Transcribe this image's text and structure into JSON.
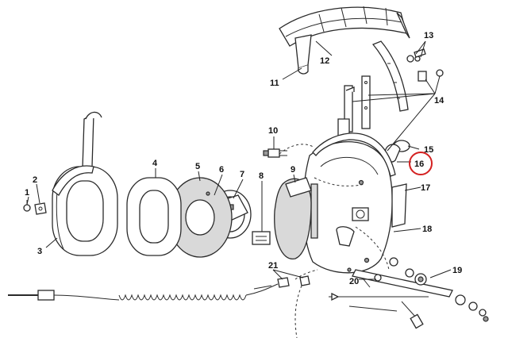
{
  "callouts": [
    {
      "number": "1"
    },
    {
      "number": "2"
    },
    {
      "number": "3"
    },
    {
      "number": "4"
    },
    {
      "number": "5"
    },
    {
      "number": "6"
    },
    {
      "number": "7"
    },
    {
      "number": "8"
    },
    {
      "number": "9"
    },
    {
      "number": "10"
    },
    {
      "number": "11"
    },
    {
      "number": "12"
    },
    {
      "number": "13"
    },
    {
      "number": "14"
    },
    {
      "number": "15"
    },
    {
      "number": "16"
    },
    {
      "number": "17"
    },
    {
      "number": "18"
    },
    {
      "number": "19"
    },
    {
      "number": "20"
    },
    {
      "number": "21"
    }
  ],
  "highlight": {
    "callout": "16",
    "color": "#d42020"
  },
  "colors": {
    "line": "#2a2a2a",
    "fill_light": "#d9d9d9",
    "fill_dark": "#9a9a9a",
    "background": "#ffffff"
  }
}
